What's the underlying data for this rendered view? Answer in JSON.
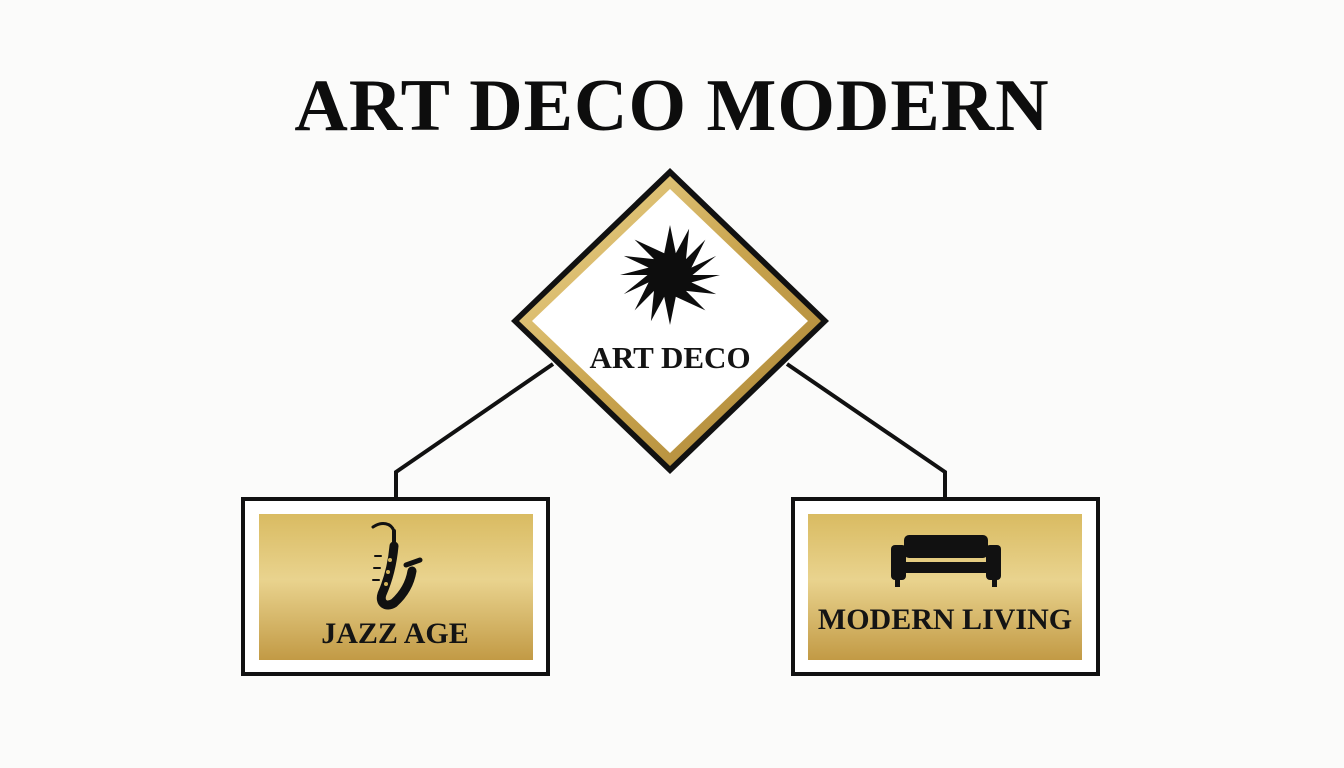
{
  "title": "ART DECO MODERN",
  "root": {
    "label": "ART DECO",
    "icon": "starburst-icon"
  },
  "children": [
    {
      "label": "JAZZ AGE",
      "icon": "saxophone-icon"
    },
    {
      "label": "MODERN LIVING",
      "icon": "sofa-icon"
    }
  ],
  "colors": {
    "background": "#fbfbfa",
    "ink": "#0d0d0d",
    "gold_light": "#e9d38e",
    "gold": "#d4b45a",
    "gold_dark": "#b38c3a"
  }
}
